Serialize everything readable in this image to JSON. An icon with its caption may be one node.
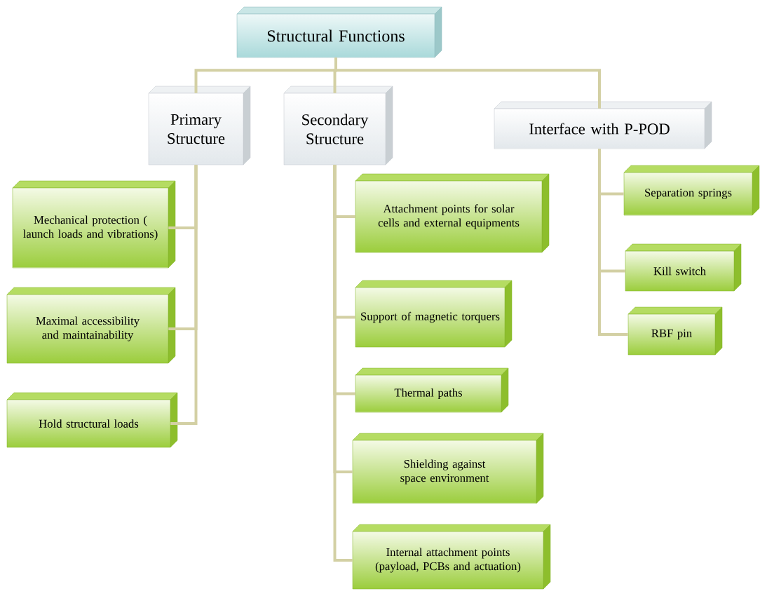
{
  "diagram": {
    "nodes": [
      {
        "text": [
          "Structural Functions"
        ]
      },
      {
        "text": [
          "Primary Structure"
        ]
      },
      {
        "text": [
          "Secondary Structure"
        ]
      },
      {
        "text": [
          "Interface with P-POD"
        ]
      },
      {
        "text": [
          "Mechanical protection ( launch loads and vibrations)"
        ]
      },
      {
        "text": [
          "Maximal accessibility and maintainability"
        ]
      },
      {
        "text": [
          "Hold structural loads"
        ]
      },
      {
        "text": [
          "Attachment points for solar cells and external equipments"
        ]
      },
      {
        "text": [
          "Support of magnetic torquers"
        ]
      },
      {
        "text": [
          "Thermal paths"
        ]
      },
      {
        "text": [
          "Shielding against space environment"
        ]
      },
      {
        "text": [
          "Internal attachment points (payload, PCBs and actuation)"
        ]
      },
      {
        "text": [
          "Separation springs"
        ]
      },
      {
        "text": [
          "Kill switch"
        ]
      },
      {
        "text": [
          "RBF pin"
        ]
      }
    ],
    "edges": [
      {
        "from": 0,
        "to": 1,
        "arrow": "none"
      },
      {
        "from": 0,
        "to": 2,
        "arrow": "none"
      },
      {
        "from": 0,
        "to": 3,
        "arrow": "none"
      },
      {
        "from": 1,
        "to": 4,
        "arrow": "none"
      },
      {
        "from": 1,
        "to": 5,
        "arrow": "none"
      },
      {
        "from": 1,
        "to": 6,
        "arrow": "none"
      },
      {
        "from": 2,
        "to": 7,
        "arrow": "none"
      },
      {
        "from": 2,
        "to": 8,
        "arrow": "none"
      },
      {
        "from": 2,
        "to": 9,
        "arrow": "none"
      },
      {
        "from": 2,
        "to": 10,
        "arrow": "none"
      },
      {
        "from": 2,
        "to": 11,
        "arrow": "none"
      },
      {
        "from": 3,
        "to": 12,
        "arrow": "none"
      },
      {
        "from": 3,
        "to": 13,
        "arrow": "none"
      },
      {
        "from": 3,
        "to": 14,
        "arrow": "none"
      }
    ]
  }
}
